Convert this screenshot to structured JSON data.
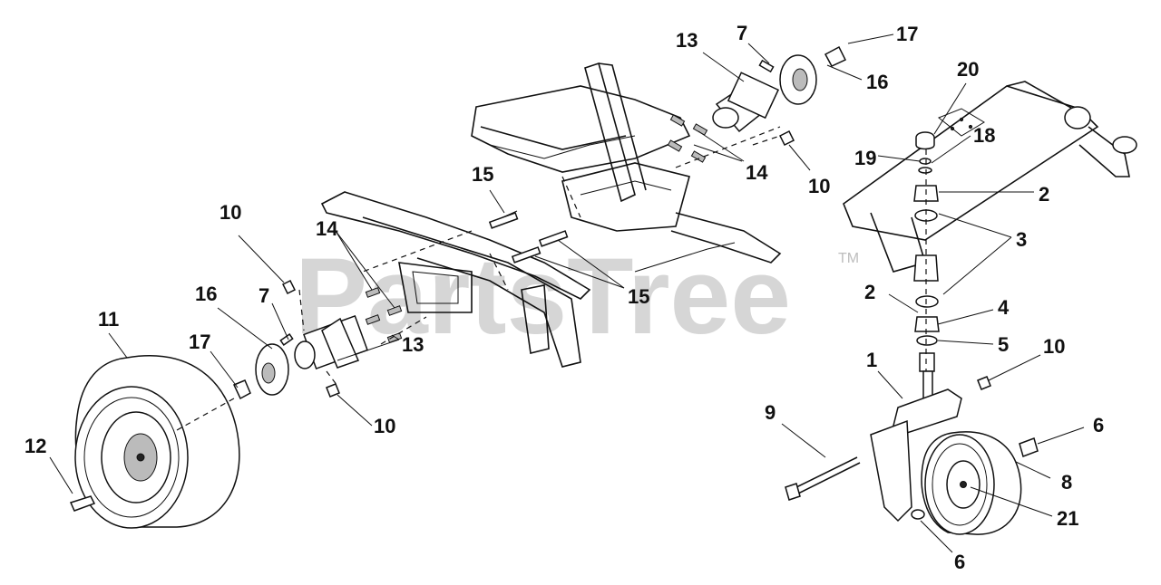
{
  "watermark": {
    "text": "PartsTree",
    "trademark": "TM"
  },
  "callouts": [
    {
      "id": "c13a",
      "text": "13"
    },
    {
      "id": "c7a",
      "text": "7"
    },
    {
      "id": "c17a",
      "text": "17"
    },
    {
      "id": "c20",
      "text": "20"
    },
    {
      "id": "c16a",
      "text": "16"
    },
    {
      "id": "c18",
      "text": "18"
    },
    {
      "id": "c19",
      "text": "19"
    },
    {
      "id": "c14a",
      "text": "14"
    },
    {
      "id": "c10a",
      "text": "10"
    },
    {
      "id": "c2a",
      "text": "2"
    },
    {
      "id": "c15a",
      "text": "15"
    },
    {
      "id": "c3",
      "text": "3"
    },
    {
      "id": "c10b",
      "text": "10"
    },
    {
      "id": "c14b",
      "text": "14"
    },
    {
      "id": "c15b",
      "text": "15"
    },
    {
      "id": "c16b",
      "text": "16"
    },
    {
      "id": "c7b",
      "text": "7"
    },
    {
      "id": "c2b",
      "text": "2"
    },
    {
      "id": "c4",
      "text": "4"
    },
    {
      "id": "c11",
      "text": "11"
    },
    {
      "id": "c13b",
      "text": "13"
    },
    {
      "id": "c5",
      "text": "5"
    },
    {
      "id": "c17b",
      "text": "17"
    },
    {
      "id": "c10c",
      "text": "10"
    },
    {
      "id": "c1",
      "text": "1"
    },
    {
      "id": "c10d",
      "text": "10"
    },
    {
      "id": "c9",
      "text": "9"
    },
    {
      "id": "c6a",
      "text": "6"
    },
    {
      "id": "c12",
      "text": "12"
    },
    {
      "id": "c8",
      "text": "8"
    },
    {
      "id": "c21",
      "text": "21"
    },
    {
      "id": "c6b",
      "text": "6"
    }
  ]
}
